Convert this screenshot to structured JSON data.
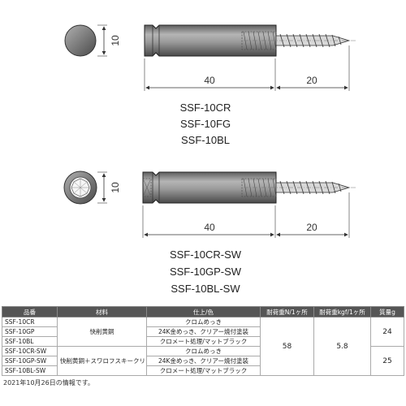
{
  "drawing1": {
    "dim_diameter": "10",
    "dim_body": "40",
    "dim_screw": "20",
    "models": [
      "SSF-10CR",
      "SSF-10FG",
      "SSF-10BL"
    ]
  },
  "drawing2": {
    "dim_diameter": "10",
    "dim_body": "40",
    "dim_screw": "20",
    "models": [
      "SSF-10CR-SW",
      "SSF-10GP-SW",
      "SSF-10BL-SW"
    ]
  },
  "table": {
    "headers": [
      "品番",
      "材料",
      "仕上/色",
      "耐荷重N/1ヶ所",
      "耐荷重kgf/1ヶ所",
      "質量g"
    ],
    "rows": [
      {
        "pn": "SSF-10CR",
        "finish": "クロムめっき"
      },
      {
        "pn": "SSF-10GP",
        "finish": "24K金めっき、クリアー焼付塗装"
      },
      {
        "pn": "SSF-10BL",
        "finish": "クロメート処理/マットブラック"
      },
      {
        "pn": "SSF-10CR-SW",
        "finish": "クロムめっき"
      },
      {
        "pn": "SSF-10GP-SW",
        "finish": "24K金めっき、クリアー焼付塗装"
      },
      {
        "pn": "SSF-10BL-SW",
        "finish": "クロメート処理/マットブラック"
      }
    ],
    "material_1": "快削黄銅",
    "material_2": "快削黄銅＋スワロフスキークリスタル",
    "load_n": "58",
    "load_kgf": "5.8",
    "mass_1": "24",
    "mass_2": "25"
  },
  "note": "2021年10月26日の情報です。",
  "colors": {
    "body_gray": "#8c8c8c",
    "header_bg": "#555555"
  }
}
